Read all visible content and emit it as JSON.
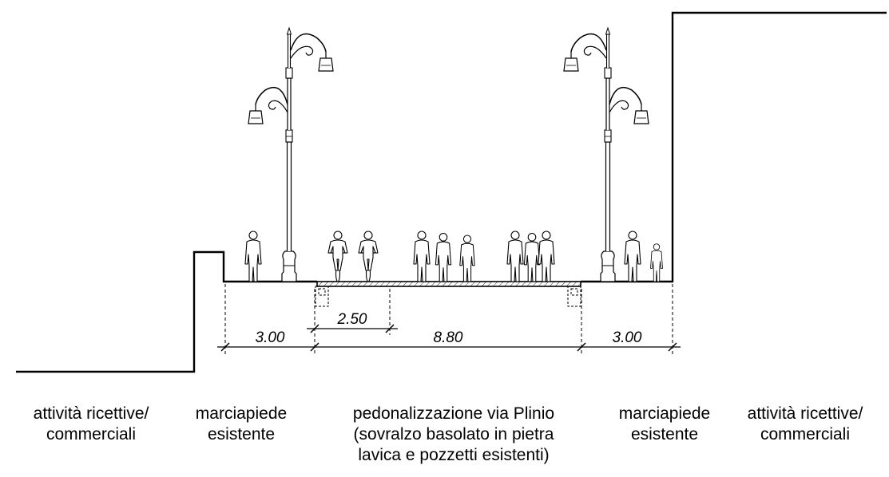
{
  "dimensions": {
    "left_sidewalk": "3.00",
    "channel": "2.50",
    "carriageway": "8.80",
    "right_sidewalk": "3.00"
  },
  "captions": {
    "left_activity": "attività ricettive/\ncommerciali",
    "left_sidewalk": "marciapiede\nesistente",
    "center": "pedonalizzazione via Plinio\n(sovralzo basolato in pietra\nlavica e pozzetti esistenti)",
    "right_sidewalk": "marciapiede\nesistente",
    "right_activity": "attività ricettive/\ncommerciali"
  }
}
